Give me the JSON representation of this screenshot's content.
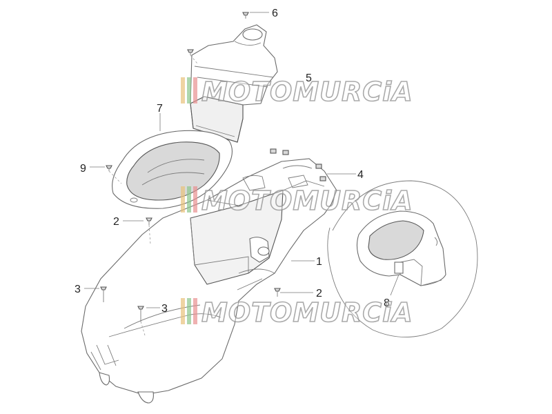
{
  "callouts": [
    "1",
    "2",
    "2",
    "3",
    "3",
    "4",
    "5",
    "6",
    "7",
    "8",
    "9"
  ],
  "watermark": {
    "text": "MOTOMURCIA",
    "stripe_colors": [
      "#e8c27a",
      "#8cc68c",
      "#e89090"
    ]
  }
}
